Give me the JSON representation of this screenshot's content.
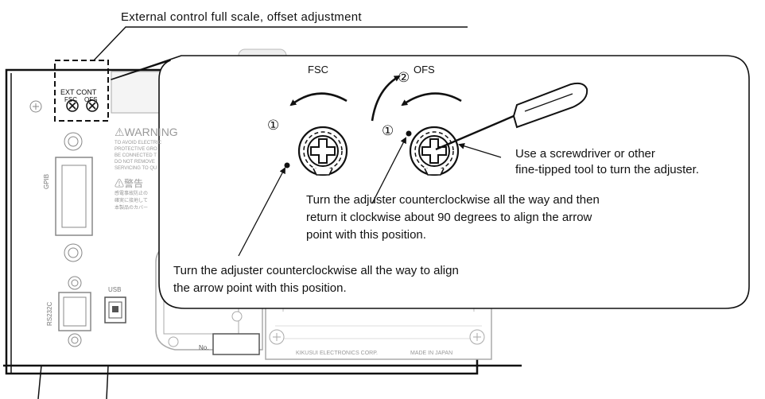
{
  "header": {
    "callout_title": "External control full scale, offset adjustment"
  },
  "panel": {
    "ext_cont_label": "EXT CONT",
    "fsc_small": "FSC",
    "ofs_small": "OFS",
    "warning_title": "⚠WARNING",
    "warning_lines": [
      "TO AVOID ELECTRIC",
      "PROTECTIVE GRO",
      "BE CONNECTED T",
      "DO NOT REMOVE",
      "SERVICING TO QU"
    ],
    "keikoku_title": "⚠警告",
    "keikoku_lines": [
      "感電事故防止の",
      "確実に接地して",
      "本製品のカバー"
    ],
    "gpib_label": "GPIB",
    "rs232c_label": "RS232C",
    "usb_label": "USB",
    "no_label": "No.",
    "manufacturer": "KIKUSUI ELECTRONICS CORP.",
    "made_in": "MADE IN JAPAN"
  },
  "balloon": {
    "fsc_label": "FSC",
    "ofs_label": "OFS",
    "step1_fsc": "①",
    "step1_ofs": "①",
    "step2_ofs": "②",
    "tool_note_line1": "Use a screwdriver or other",
    "tool_note_line2": "fine-tipped tool to turn the adjuster.",
    "ofs_note_line1": "Turn the adjuster counterclockwise all the way and then",
    "ofs_note_line2": "return it clockwise about 90 degrees to align the arrow",
    "ofs_note_line3": "point with this position.",
    "fsc_note_line1": "Turn the adjuster counterclockwise all the way to align",
    "fsc_note_line2": "the arrow point with this position."
  }
}
